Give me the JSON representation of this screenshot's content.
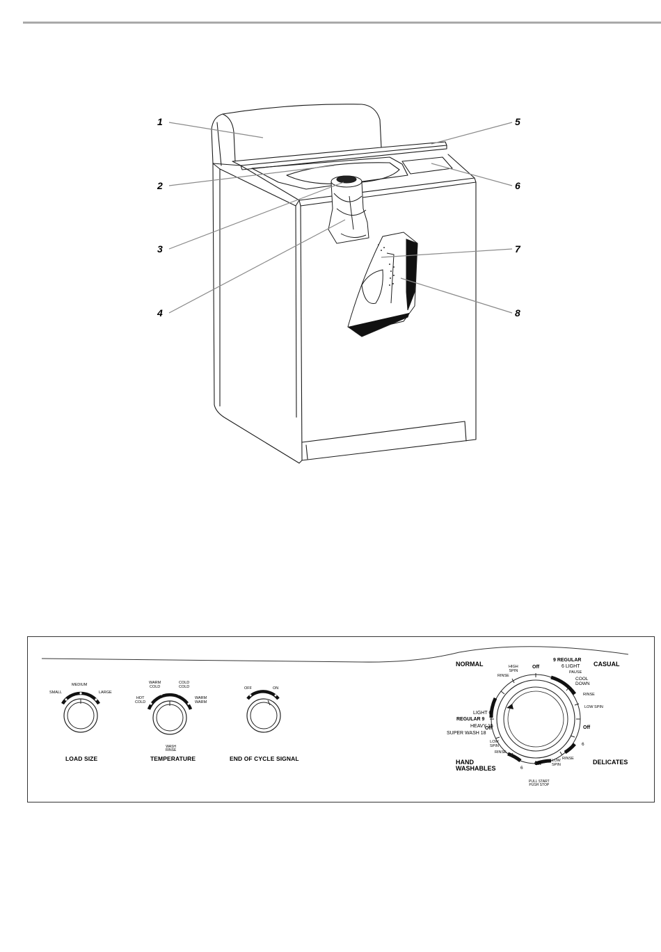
{
  "diagram": {
    "callouts": [
      "1",
      "2",
      "3",
      "4",
      "5",
      "6",
      "7",
      "8"
    ]
  },
  "panel": {
    "load_size": {
      "title": "LOAD SIZE",
      "small": "SMALL",
      "medium": "MEDIUM",
      "large": "LARGE"
    },
    "temperature": {
      "title": "TEMPERATURE",
      "hot_cold_1": "HOT",
      "hot_cold_2": "COLD",
      "warm_cold_1": "WARM",
      "warm_cold_2": "COLD",
      "cold_cold_1": "COLD",
      "cold_cold_2": "COLD",
      "warm_warm_1": "WARM",
      "warm_warm_2": "WARM",
      "wash": "WASH",
      "rinse": "RINSE"
    },
    "end_of_cycle": {
      "title": "END OF CYCLE SIGNAL",
      "off": "OFF",
      "on": "ON"
    },
    "cycle": {
      "normal": "NORMAL",
      "casual": "CASUAL",
      "hand_1": "HAND",
      "hand_2": "WASHABLES",
      "delicates": "DELICATES",
      "off_top": "Off",
      "off_left": "Off",
      "off_bottom": "Off",
      "off_right": "Off",
      "high_spin_1": "HIGH",
      "high_spin_2": "SPIN",
      "rinse_normal": "RINSE",
      "light_6": "LIGHT  6",
      "regular_9_normal": "REGULAR  9",
      "heavy_15": "HEAVY  15",
      "super_wash_18": "SUPER WASH 18",
      "regular_9_casual": "9  REGULAR",
      "light_6_casual": "6 LIGHT",
      "pause": "PAUSE",
      "cool_down_1": "COOL",
      "cool_down_2": "DOWN",
      "rinse_casual": "RINSE",
      "low_spin_casual": "LOW SPIN",
      "six_delicates": "6",
      "rinse_delicates": "RINSE",
      "low_spin_del_1": "LOW",
      "low_spin_del_2": "SPIN",
      "low_spin_hand_1": "LOW",
      "low_spin_hand_2": "SPIN",
      "rinse_hand": "RINSE",
      "six_hand": "6",
      "pull_start": "PULL START",
      "push_stop": "PUSH STOP"
    }
  }
}
